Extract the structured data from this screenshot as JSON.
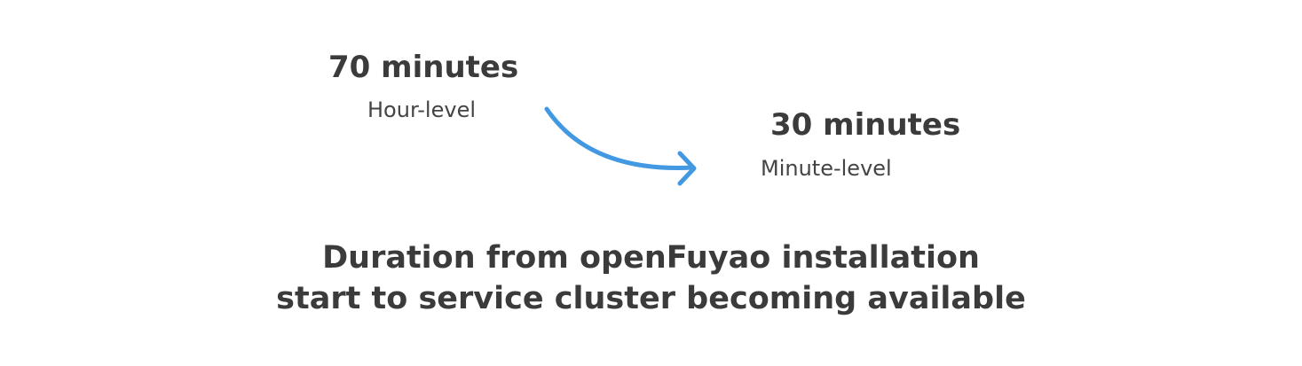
{
  "before": {
    "value": "70 minutes",
    "level": "Hour-level"
  },
  "after": {
    "value": "30 minutes",
    "level": "Minute-level"
  },
  "arrow": {
    "icon": "curved-arrow-right-icon",
    "color": "#4299e1"
  },
  "caption": {
    "line1": "Duration from openFuyao installation",
    "line2": "start to service cluster becoming available"
  },
  "colors": {
    "text": "#3b3b3b",
    "accent": "#4299e1",
    "background": "#ffffff"
  }
}
